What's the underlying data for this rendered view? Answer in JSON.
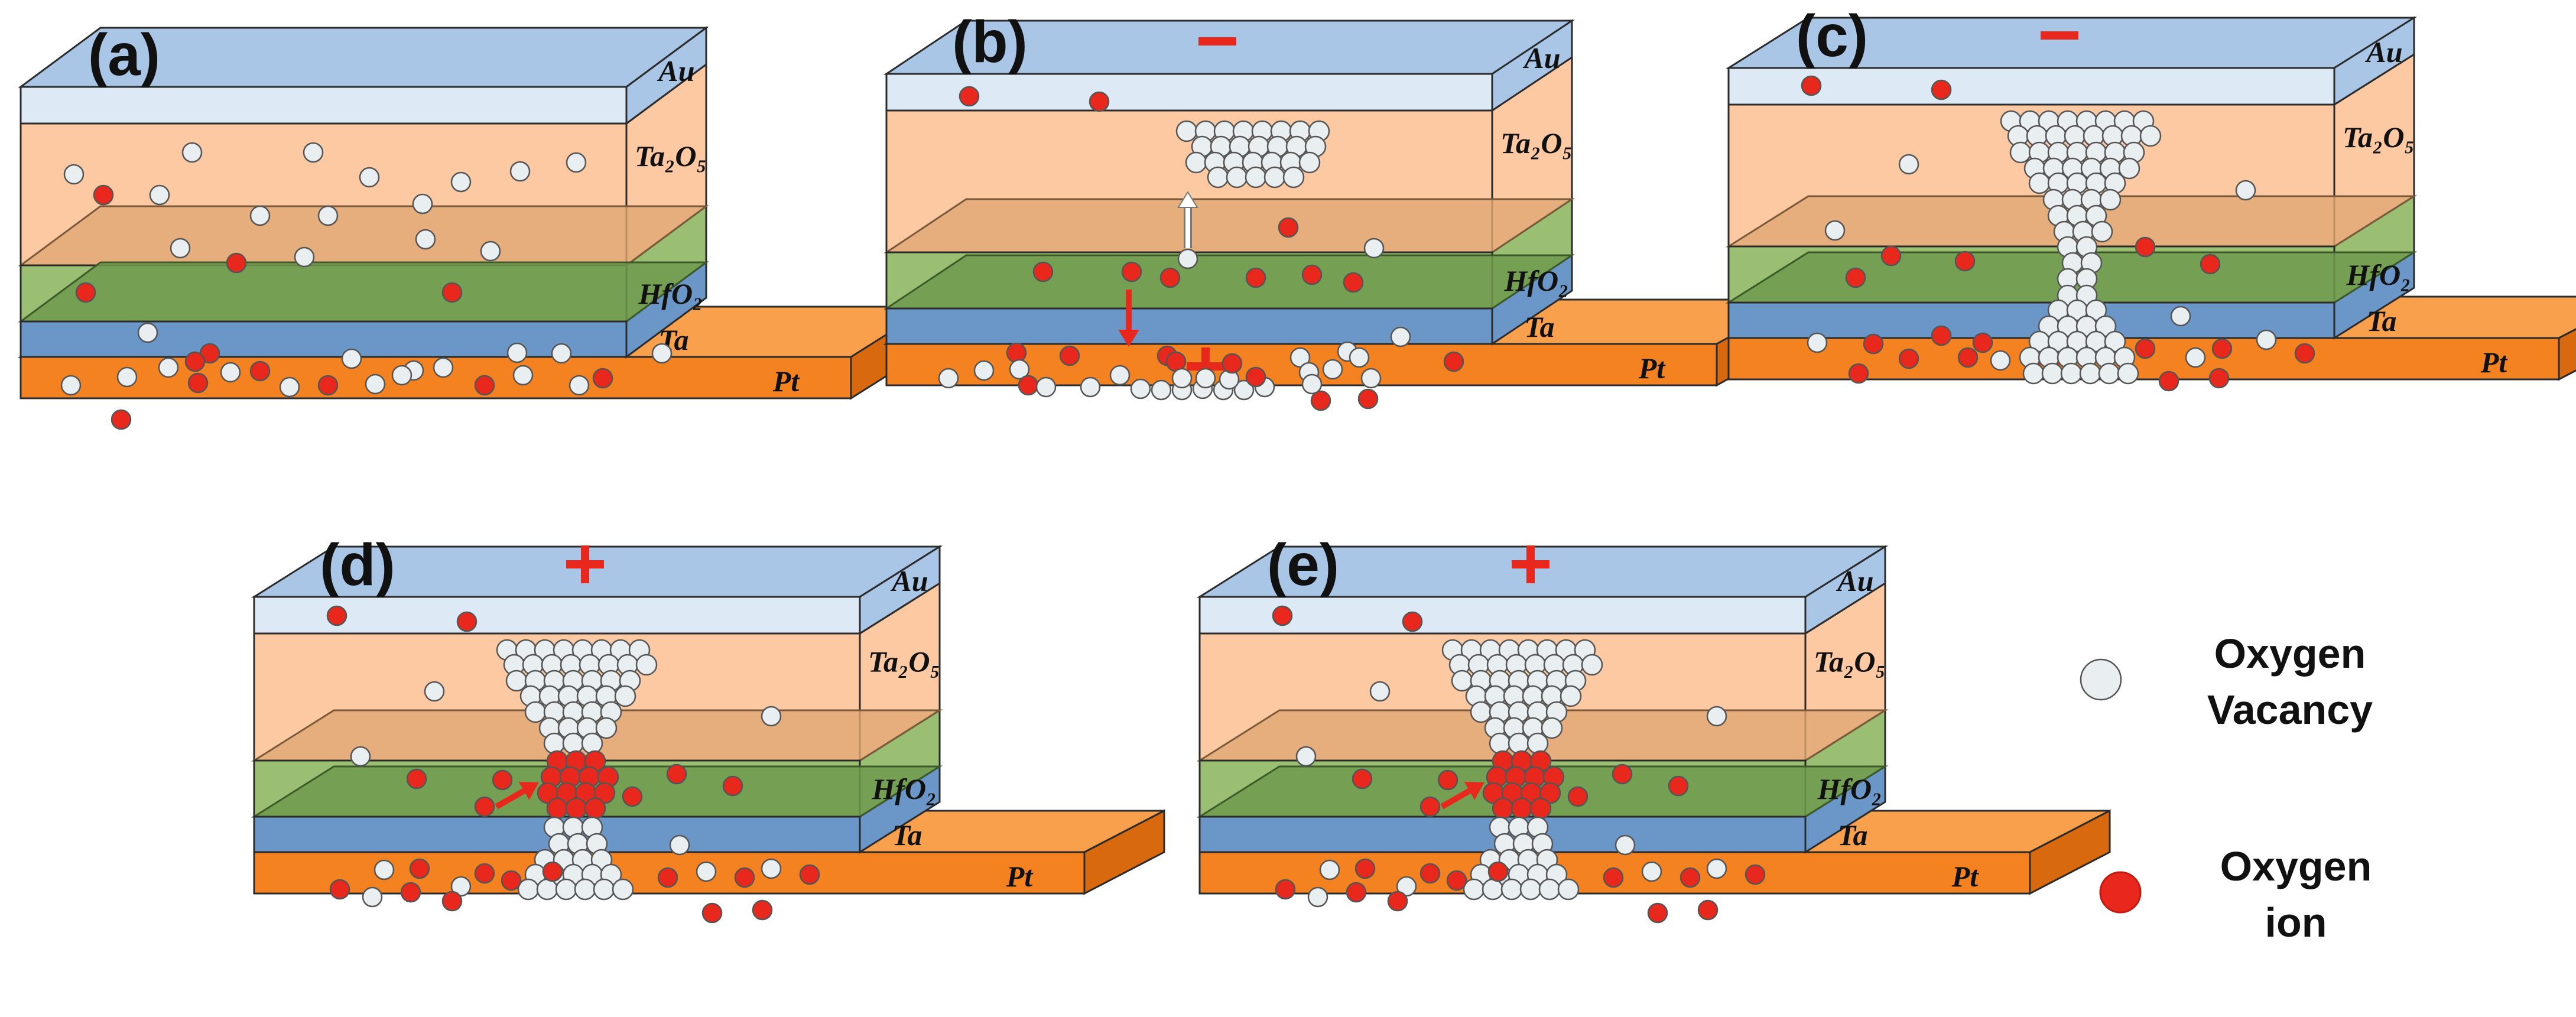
{
  "figure": {
    "panels": [
      {
        "id": "a",
        "label": "(a)",
        "top_sign": "",
        "bottom_sign": "",
        "layers": {
          "au": "Au",
          "ta2o5": "Ta₂O₅",
          "hfo2": "HfO₂",
          "ta": "Ta",
          "pt": "Pt"
        }
      },
      {
        "id": "b",
        "label": "(b)",
        "top_sign": "−",
        "bottom_sign": "+",
        "layers": {
          "au": "Au",
          "ta2o5": "Ta₂O₅",
          "hfo2": "HfO₂",
          "ta": "Ta",
          "pt": "Pt"
        }
      },
      {
        "id": "c",
        "label": "(c)",
        "top_sign": "−",
        "bottom_sign": "+",
        "layers": {
          "au": "Au",
          "ta2o5": "Ta₂O₅",
          "hfo2": "HfO₂",
          "ta": "Ta",
          "pt": "Pt"
        }
      },
      {
        "id": "d",
        "label": "(d)",
        "top_sign": "+",
        "bottom_sign": "−",
        "layers": {
          "au": "Au",
          "ta2o5": "Ta₂O₅",
          "hfo2": "HfO₂",
          "ta": "Ta",
          "pt": "Pt"
        }
      },
      {
        "id": "e",
        "label": "(e)",
        "top_sign": "+",
        "bottom_sign": "−",
        "layers": {
          "au": "Au",
          "ta2o5": "Ta₂O₅",
          "hfo2": "HfO₂",
          "ta": "Ta",
          "pt": "Pt"
        }
      }
    ],
    "legend": {
      "vacancy_line1": "Oxygen",
      "vacancy_line2": "Vacancy",
      "ion_line1": "Oxygen",
      "ion_line2": "ion"
    },
    "colors": {
      "au_top": "#a9c6e6",
      "au_front": "#dde9f5",
      "ta2o5": "#fcc9a3",
      "hfo2": "#9bbf72",
      "ta": "#6a97c8",
      "pt": "#f58220",
      "oxygen_ion": "#e8281c",
      "oxygen_vacancy": "#e9eef0",
      "sign": "#e8281c"
    }
  }
}
